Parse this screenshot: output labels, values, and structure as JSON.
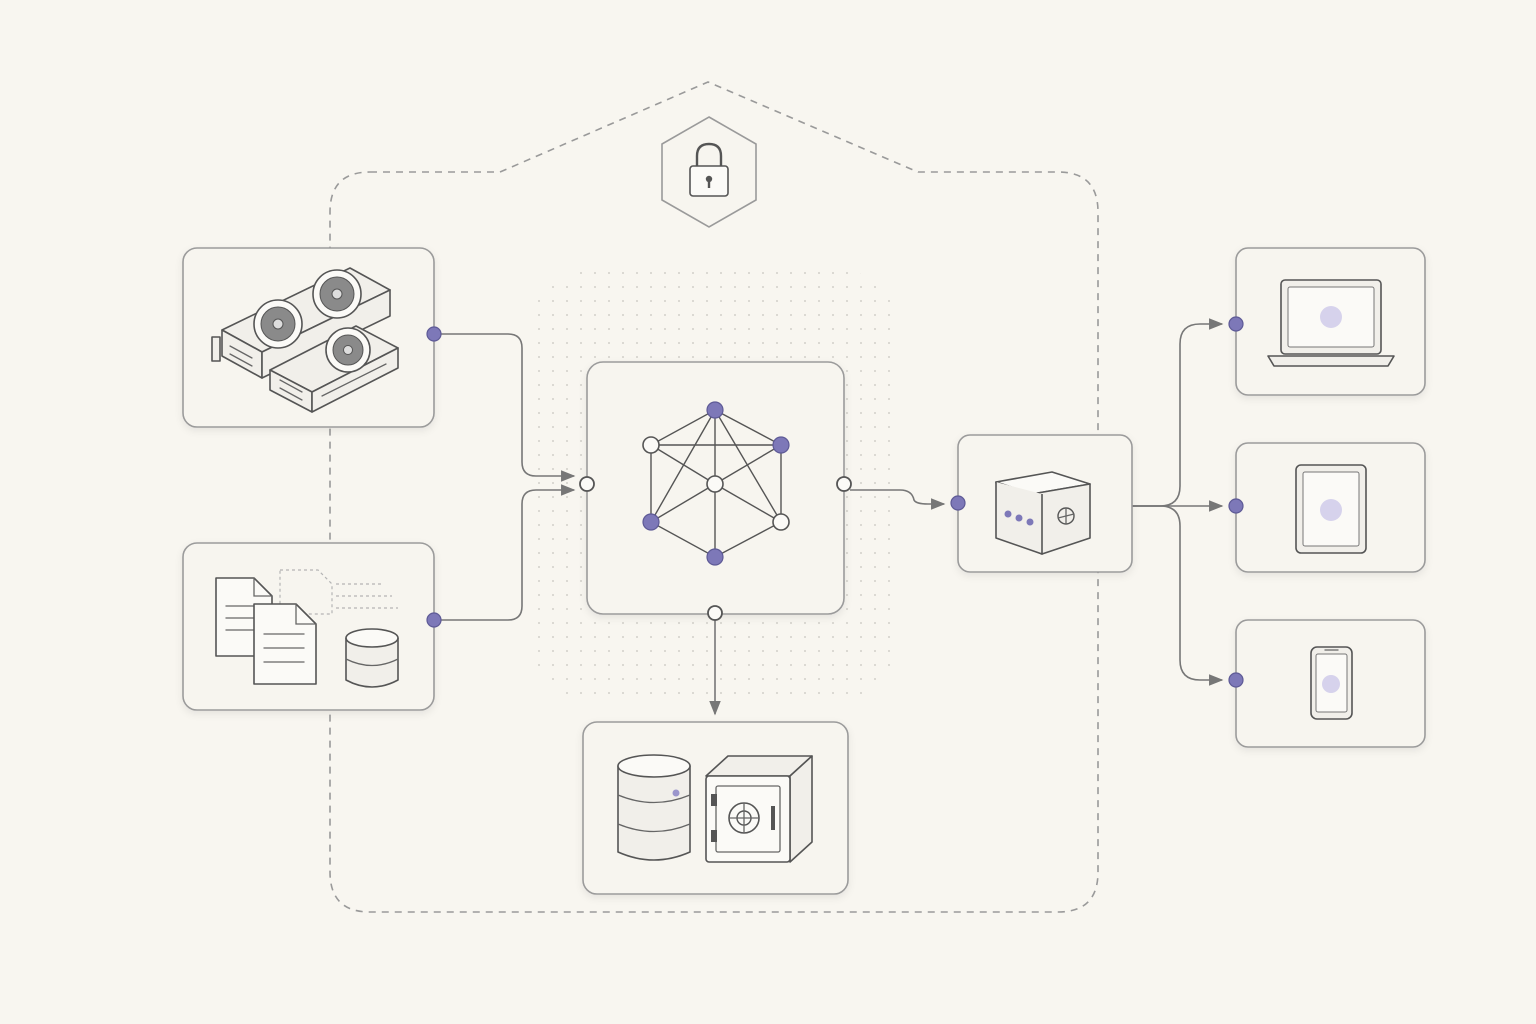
{
  "colors": {
    "background": "#f8f6f0",
    "card": "#f7f5ef",
    "card_border": "#9b9b9b",
    "stroke": "#555555",
    "accent": "#7d78b8",
    "accent_light": "#d6d2ec"
  },
  "diagram": {
    "security_badge": "lock-icon",
    "nodes": [
      {
        "id": "gpus",
        "icon": "gpu-cards-icon"
      },
      {
        "id": "data-sources",
        "icon": "documents-database-icon"
      },
      {
        "id": "model",
        "icon": "neural-network-icon"
      },
      {
        "id": "storage",
        "icon": "database-vault-icon"
      },
      {
        "id": "gateway",
        "icon": "server-box-icon"
      },
      {
        "id": "laptop",
        "icon": "laptop-icon"
      },
      {
        "id": "tablet",
        "icon": "tablet-icon"
      },
      {
        "id": "phone",
        "icon": "phone-icon"
      }
    ],
    "edges": [
      {
        "from": "gpus",
        "to": "model"
      },
      {
        "from": "data-sources",
        "to": "model"
      },
      {
        "from": "model",
        "to": "storage"
      },
      {
        "from": "model",
        "to": "gateway"
      },
      {
        "from": "gateway",
        "to": "laptop"
      },
      {
        "from": "gateway",
        "to": "tablet"
      },
      {
        "from": "gateway",
        "to": "phone"
      }
    ]
  }
}
